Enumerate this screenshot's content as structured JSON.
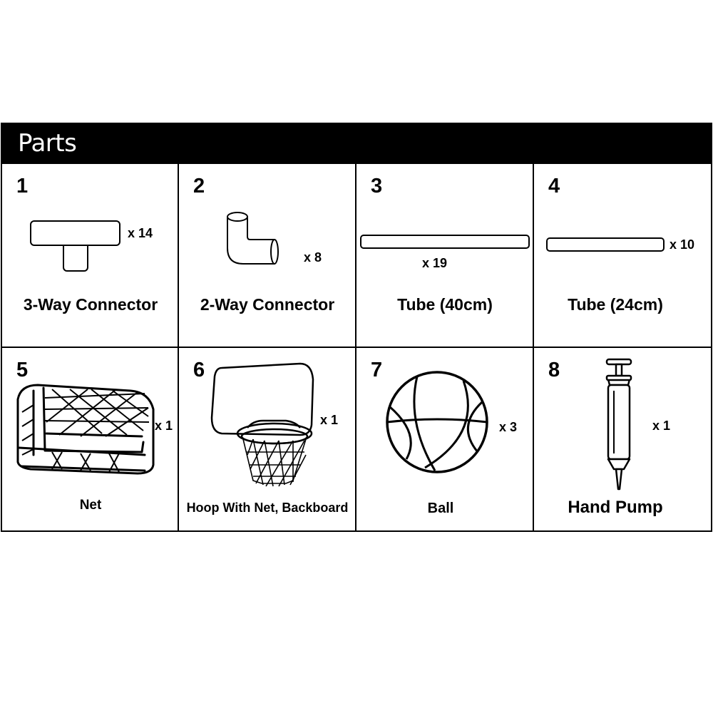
{
  "header": {
    "title": "Parts"
  },
  "parts": [
    {
      "number": "1",
      "name": "3-Way Connector",
      "quantity": "x 14",
      "icon": "tee-connector-icon"
    },
    {
      "number": "2",
      "name": "2-Way Connector",
      "quantity": "x 8",
      "icon": "elbow-connector-icon"
    },
    {
      "number": "3",
      "name": "Tube (40cm)",
      "quantity": "x 19",
      "icon": "long-tube-icon"
    },
    {
      "number": "4",
      "name": "Tube (24cm)",
      "quantity": "x 10",
      "icon": "short-tube-icon"
    },
    {
      "number": "5",
      "name": "Net",
      "quantity": "x 1",
      "icon": "goal-net-icon"
    },
    {
      "number": "6",
      "name": "Hoop With Net, Backboard",
      "quantity": "x 1",
      "icon": "basketball-hoop-icon"
    },
    {
      "number": "7",
      "name": "Ball",
      "quantity": "x 3",
      "icon": "ball-icon"
    },
    {
      "number": "8",
      "name": "Hand Pump",
      "quantity": "x 1",
      "icon": "hand-pump-icon"
    }
  ],
  "colors": {
    "ink": "#000000",
    "background": "#ffffff",
    "header_text": "#ffffff"
  }
}
